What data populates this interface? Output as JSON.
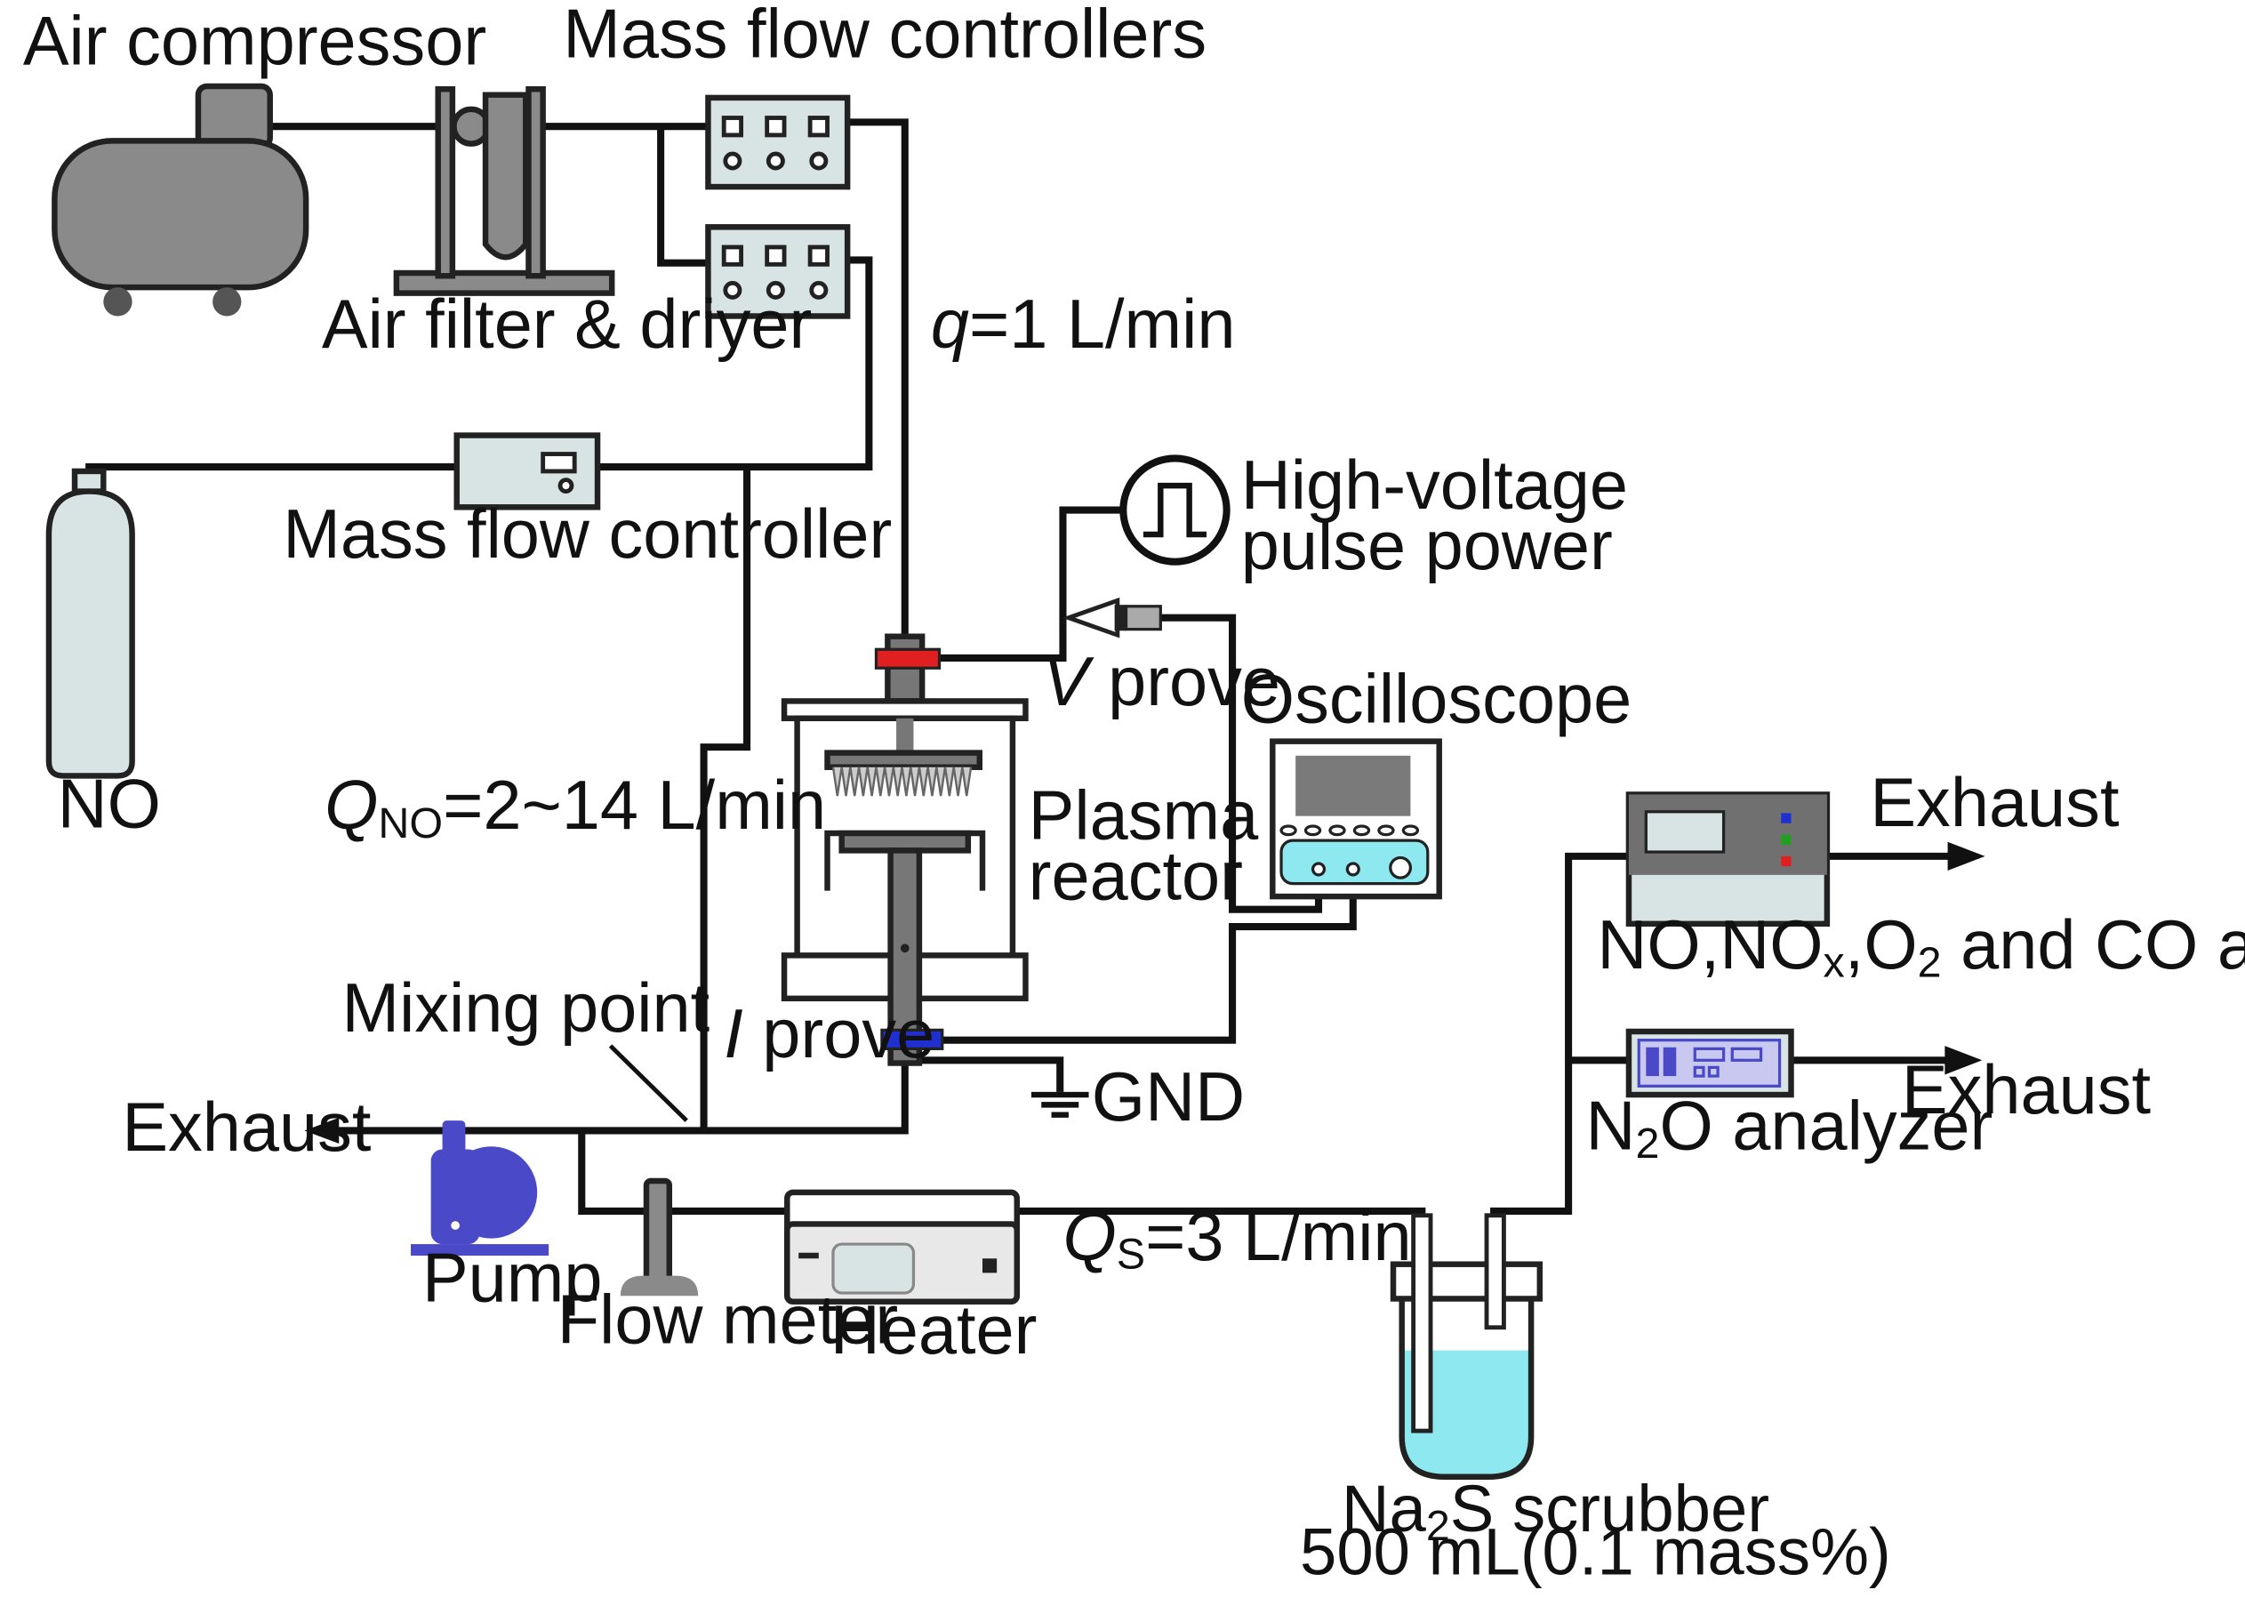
{
  "labels": {
    "air_compressor": "Air compressor",
    "mass_flow_controllers": "Mass flow controllers",
    "air_filter": "Air filter & driyer",
    "q_italic": "q",
    "q_rest": "=1 L/min",
    "mass_flow_controller": "Mass flow controller",
    "no_cylinder": "NO",
    "qno_q": "Q",
    "qno_sub": "NO",
    "qno_rest": "=2~14 L/min",
    "hv_line1": "High-voltage",
    "hv_line2": "pulse power",
    "v_italic": "V",
    "v_rest": " prove",
    "oscilloscope": "Oscilloscope",
    "plasma_line1": "Plasma",
    "plasma_line2": "reactor",
    "mixing_point": "Mixing point",
    "i_italic": "I",
    "i_rest": " prove",
    "gnd": "GND",
    "exhaust_left": "Exhaust",
    "pump": "Pump",
    "flow_meter": "Flow meter",
    "heater": "Heater",
    "qs_q": "Q",
    "qs_sub": "S",
    "qs_rest": "=3 L/min",
    "scrubber_line1_a": "Na",
    "scrubber_line1_sub": "2",
    "scrubber_line1_b": "S scrubber",
    "scrubber_line2": "500 mL(0.1 mass%)",
    "exhaust_top": "Exhaust",
    "analyzer1_a": "NO,NO",
    "analyzer1_sub1": "x",
    "analyzer1_b": ",O",
    "analyzer1_sub2": "2",
    "analyzer1_c": " and CO analyzer",
    "exhaust_mid": "Exhaust",
    "analyzer2_a": "N",
    "analyzer2_sub": "2",
    "analyzer2_b": "O analyzer"
  },
  "colors": {
    "equipment_gray": "#8a8a8a",
    "equipment_light": "#d8e4e4",
    "pump_blue": "#4a4ac8",
    "hv_red": "#e02020",
    "probe_blue": "#2030d0",
    "scrubber_liquid": "#8ee8f0",
    "screen_gray": "#7a7a7a"
  }
}
